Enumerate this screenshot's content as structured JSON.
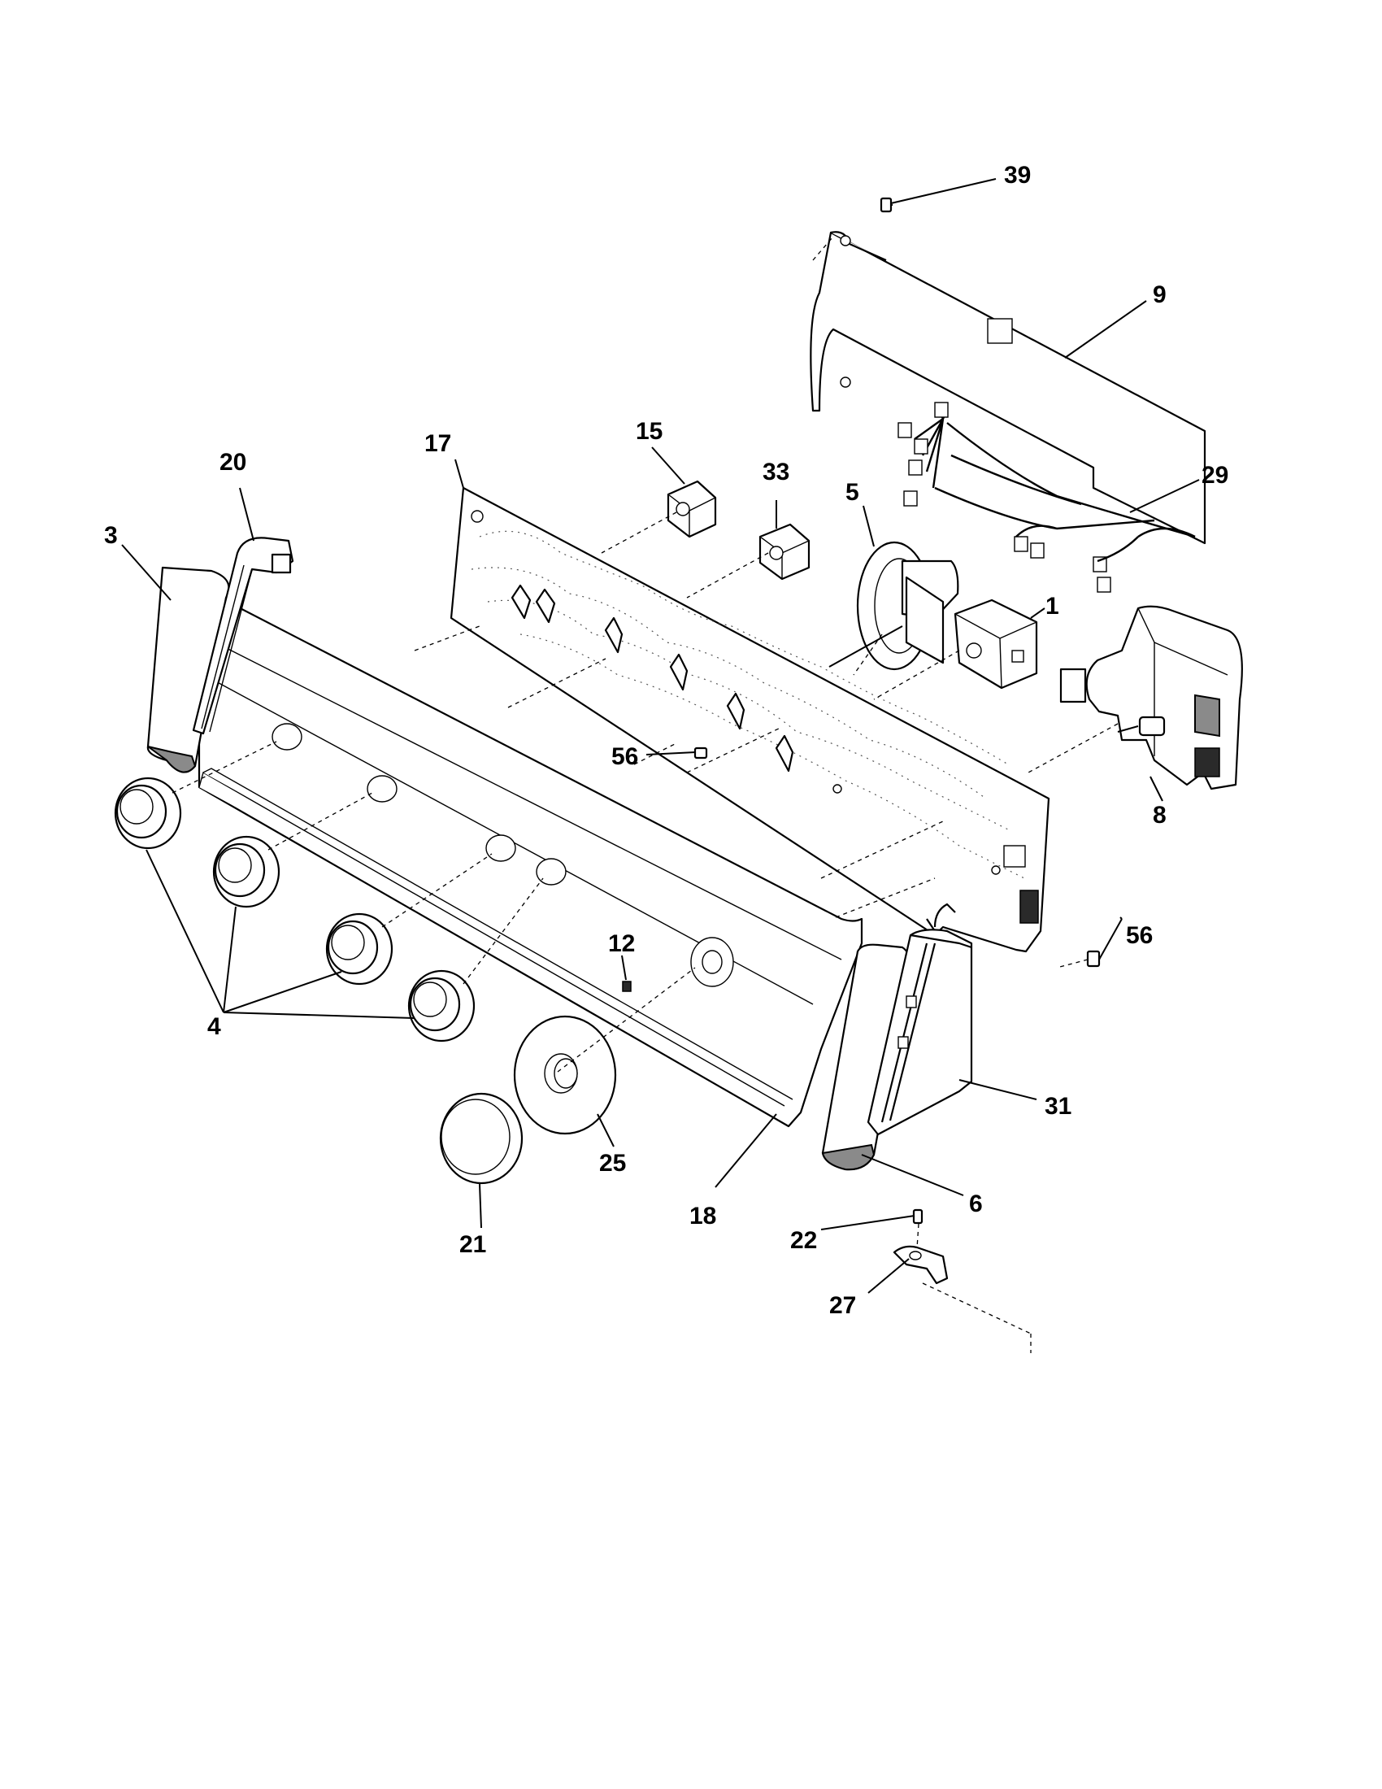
{
  "callouts": {
    "c39": "39",
    "c9": "9",
    "c29": "29",
    "c17": "17",
    "c15": "15",
    "c33": "33",
    "c20": "20",
    "c5": "5",
    "c3": "3",
    "c1": "1",
    "c56a": "56",
    "c8": "8",
    "c56b": "56",
    "c12": "12",
    "c4": "4",
    "c31": "31",
    "c25": "25",
    "c6": "6",
    "c18": "18",
    "c22": "22",
    "c21": "21",
    "c27": "27"
  }
}
